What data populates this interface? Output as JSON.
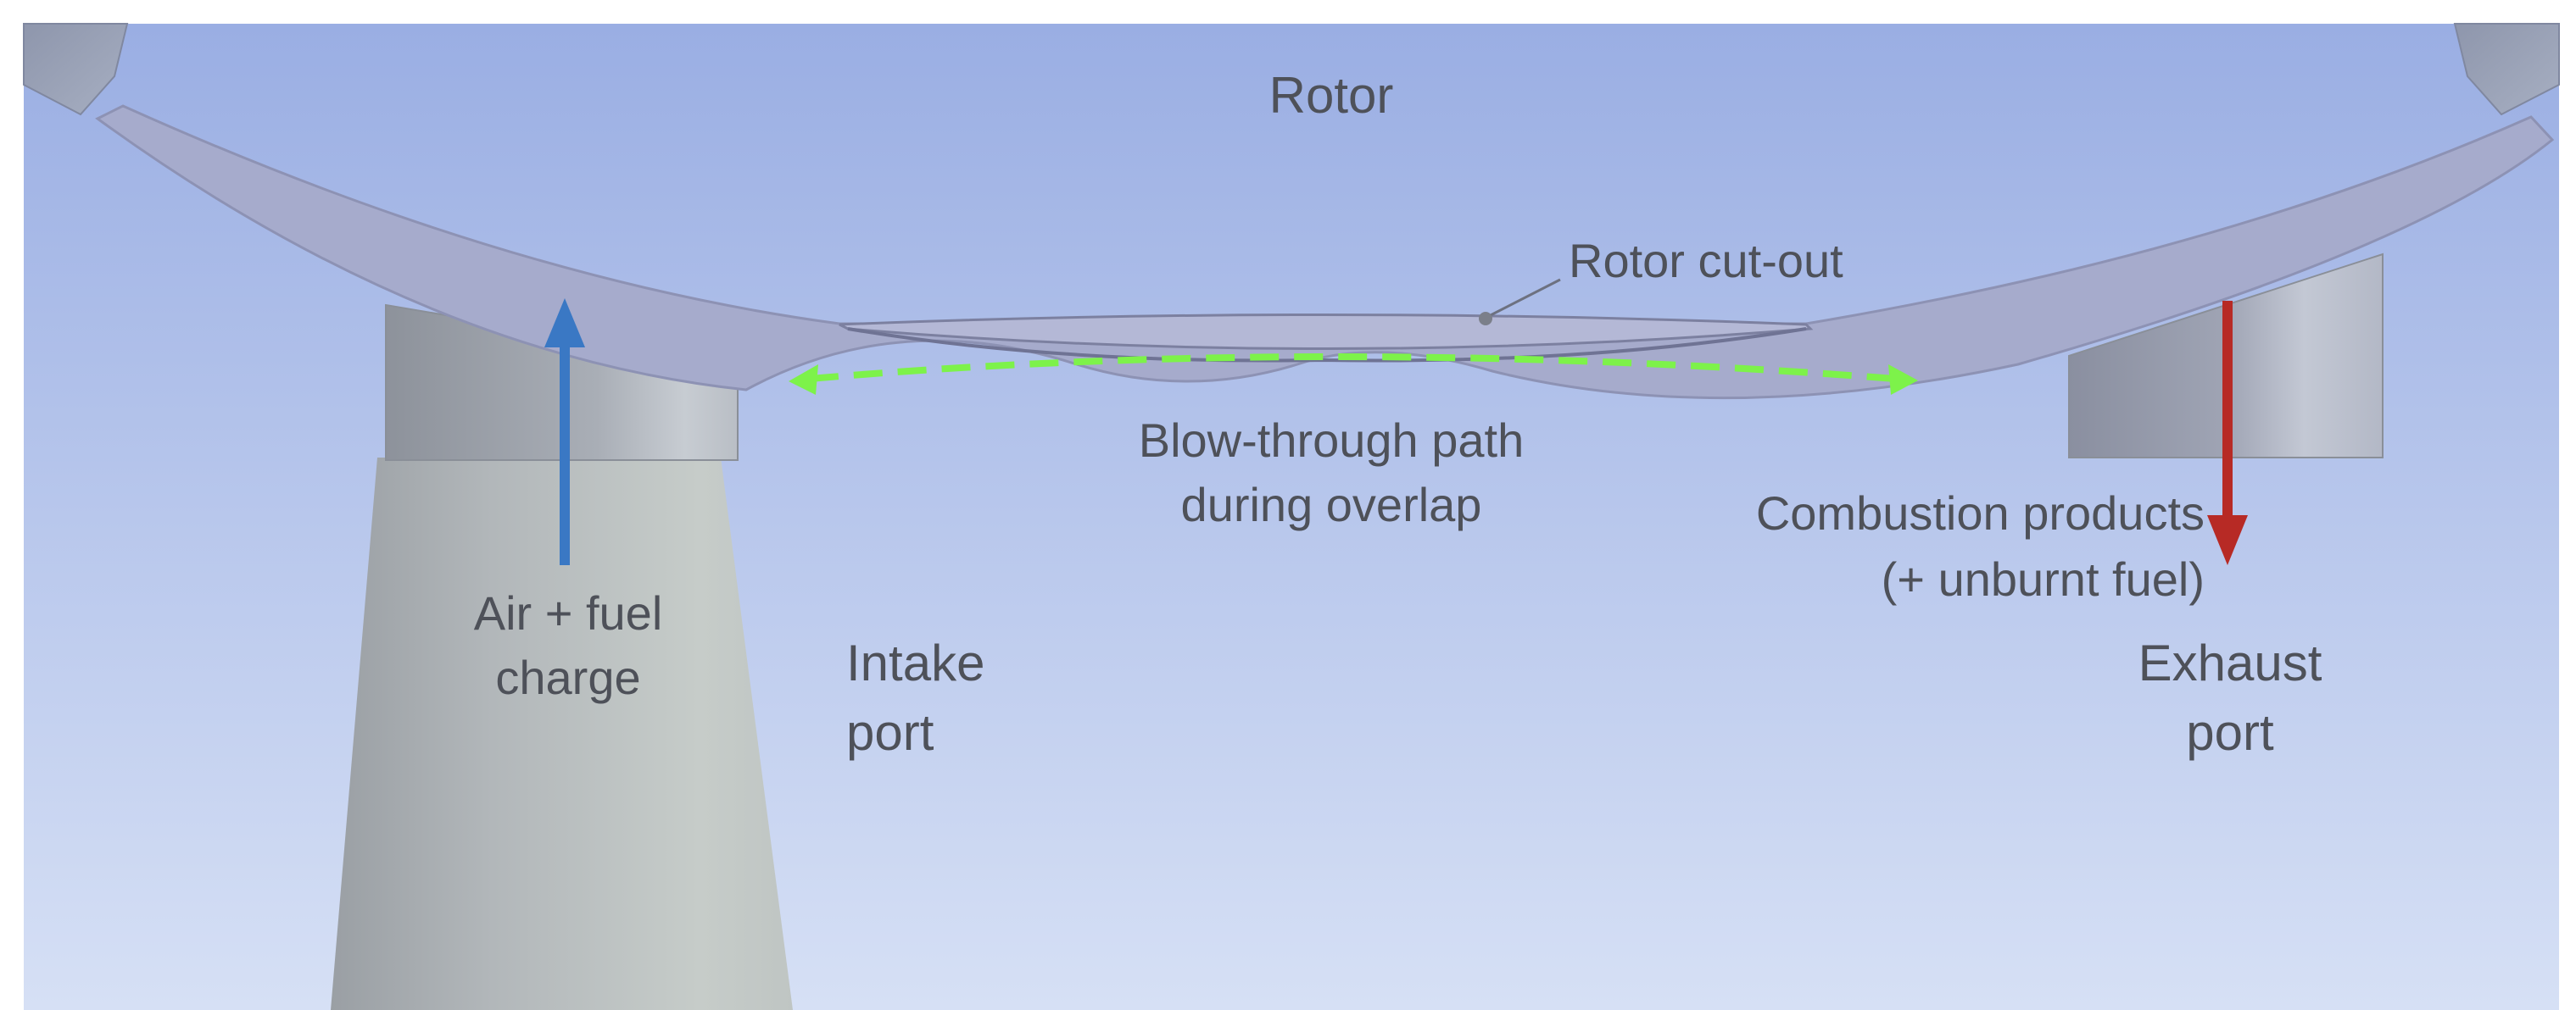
{
  "labels": {
    "rotor": "Rotor",
    "rotor_cutout": "Rotor cut-out",
    "blow_through_1": "Blow-through path",
    "blow_through_2": "during overlap",
    "air_fuel_1": "Air + fuel",
    "air_fuel_2": "charge",
    "intake_1": "Intake",
    "intake_2": "port",
    "combustion_1": "Combustion products",
    "combustion_2": "(+ unburnt fuel)",
    "exhaust_1": "Exhaust",
    "exhaust_2": "port"
  },
  "colors": {
    "background_top": "#9aaee3",
    "background_bottom": "#d6e0f5",
    "rotor_band": "#a6abcc",
    "intake_arrow": "#3a78c4",
    "exhaust_arrow": "#b72a25",
    "blow_through_arrow": "#7df24a"
  }
}
